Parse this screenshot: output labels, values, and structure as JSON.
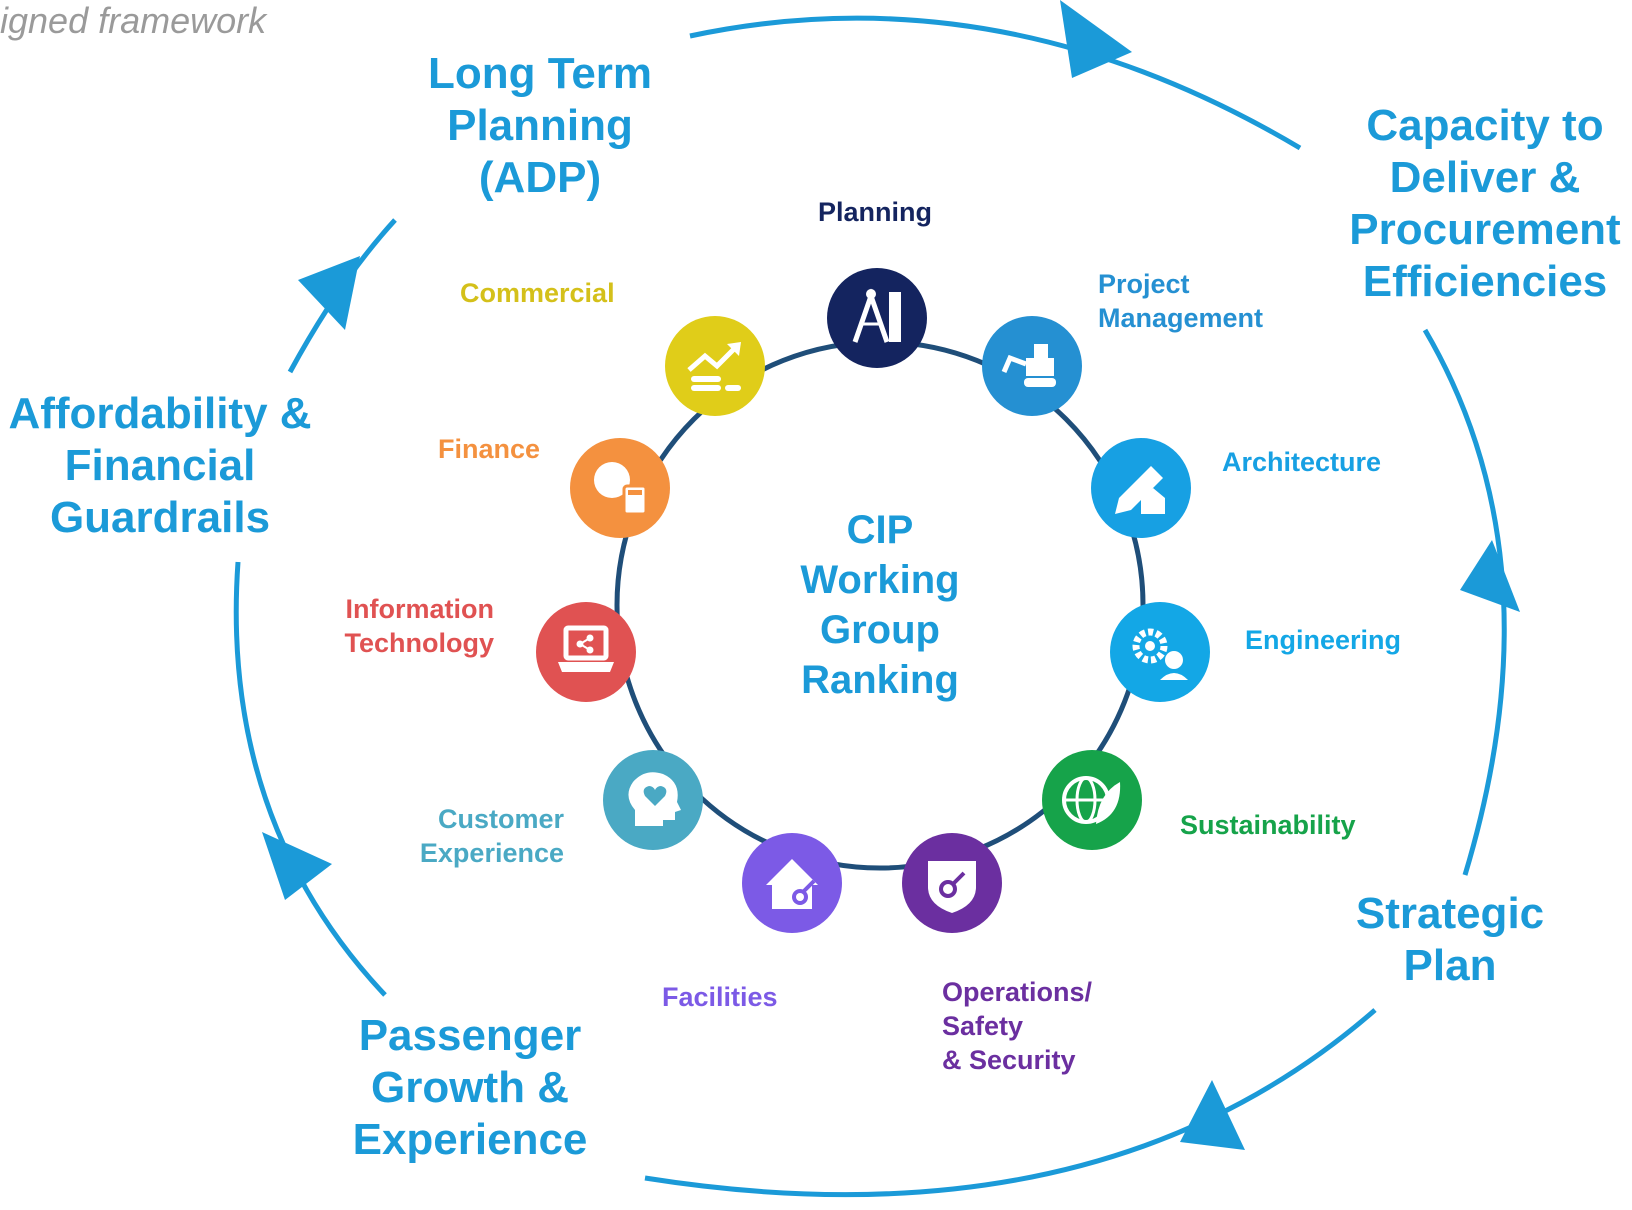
{
  "top_note": "igned framework",
  "center_label": "CIP\nWorking\nGroup\nRanking",
  "outer_cycle": {
    "color": "#1b9ad8",
    "items": [
      {
        "id": "ltp",
        "text": "Long Term\nPlanning\n(ADP)"
      },
      {
        "id": "capacity",
        "text": "Capacity to\nDeliver &\nProcurement\nEfficiencies"
      },
      {
        "id": "strategic",
        "text": "Strategic\nPlan"
      },
      {
        "id": "passenger",
        "text": "Passenger\nGrowth &\nExperience"
      },
      {
        "id": "affordability",
        "text": "Affordability &\nFinancial\nGuardrails"
      }
    ]
  },
  "ring_color": "#1f4e79",
  "disciplines": [
    {
      "id": "planning",
      "label": "Planning",
      "color": "#14245f",
      "text_color": "#14245f",
      "icon": "drafting-compass-icon"
    },
    {
      "id": "project-management",
      "label": "Project\nManagement",
      "color": "#2590d2",
      "text_color": "#2590d2",
      "icon": "excavator-icon"
    },
    {
      "id": "architecture",
      "label": "Architecture",
      "color": "#17a0e3",
      "text_color": "#17a0e3",
      "icon": "pencil-house-icon"
    },
    {
      "id": "engineering",
      "label": "Engineering",
      "color": "#13a7e6",
      "text_color": "#13a7e6",
      "icon": "gear-worker-icon"
    },
    {
      "id": "sustainability",
      "label": "Sustainability",
      "color": "#16a34a",
      "text_color": "#16a34a",
      "icon": "globe-leaf-icon"
    },
    {
      "id": "operations",
      "label": "Operations/\nSafety\n& Security",
      "color": "#6b2fa0",
      "text_color": "#6b2fa0",
      "icon": "shield-gauge-icon"
    },
    {
      "id": "facilities",
      "label": "Facilities",
      "color": "#7c5ae6",
      "text_color": "#7c5ae6",
      "icon": "house-gauge-icon"
    },
    {
      "id": "customer-experience",
      "label": "Customer\nExperience",
      "color": "#4aa9c4",
      "text_color": "#4aa9c4",
      "icon": "head-heart-icon"
    },
    {
      "id": "information-technology",
      "label": "Information\nTechnology",
      "color": "#e05252",
      "text_color": "#e05252",
      "icon": "laptop-share-icon"
    },
    {
      "id": "finance",
      "label": "Finance",
      "color": "#f4913f",
      "text_color": "#f4913f",
      "icon": "dollar-calculator-icon"
    },
    {
      "id": "commercial",
      "label": "Commercial",
      "color": "#e0cd19",
      "text_color": "#d4c01a",
      "icon": "chart-up-icon"
    }
  ]
}
